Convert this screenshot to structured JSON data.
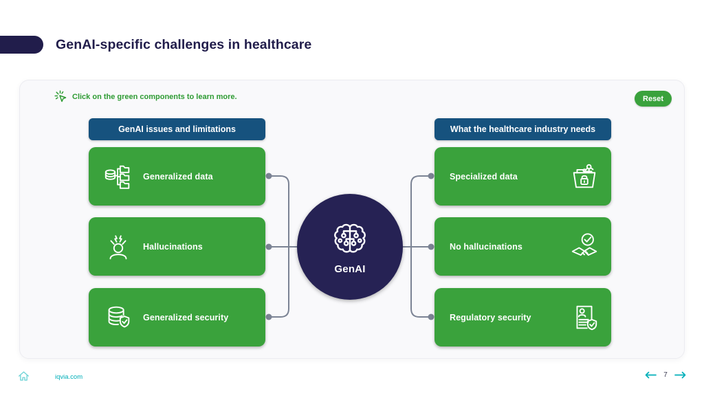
{
  "page": {
    "title": "GenAI-specific challenges in healthcare",
    "hint": "Click on the green components to learn more.",
    "reset_label": "Reset"
  },
  "columns": {
    "left": {
      "header": "GenAI issues and limitations",
      "items": [
        {
          "label": "Generalized data",
          "icon": "data-structure-icon"
        },
        {
          "label": "Hallucinations",
          "icon": "hallucinations-icon"
        },
        {
          "label": "Generalized security",
          "icon": "database-shield-icon"
        }
      ]
    },
    "right": {
      "header": "What the healthcare industry needs",
      "items": [
        {
          "label": "Specialized data",
          "icon": "box-lock-icon"
        },
        {
          "label": "No hallucinations",
          "icon": "handshake-check-icon"
        },
        {
          "label": "Regulatory security",
          "icon": "document-shield-icon"
        }
      ]
    }
  },
  "center": {
    "label": "GenAI",
    "icon": "brain-circuit-icon"
  },
  "footer": {
    "site": "iqvia.com",
    "page_number": "7"
  },
  "colors": {
    "green": "#3aa23c",
    "header_blue": "#16527e",
    "navy": "#262254",
    "title_navy": "#211d4b",
    "teal": "#00afb9",
    "connector_gray": "#7b8394"
  }
}
